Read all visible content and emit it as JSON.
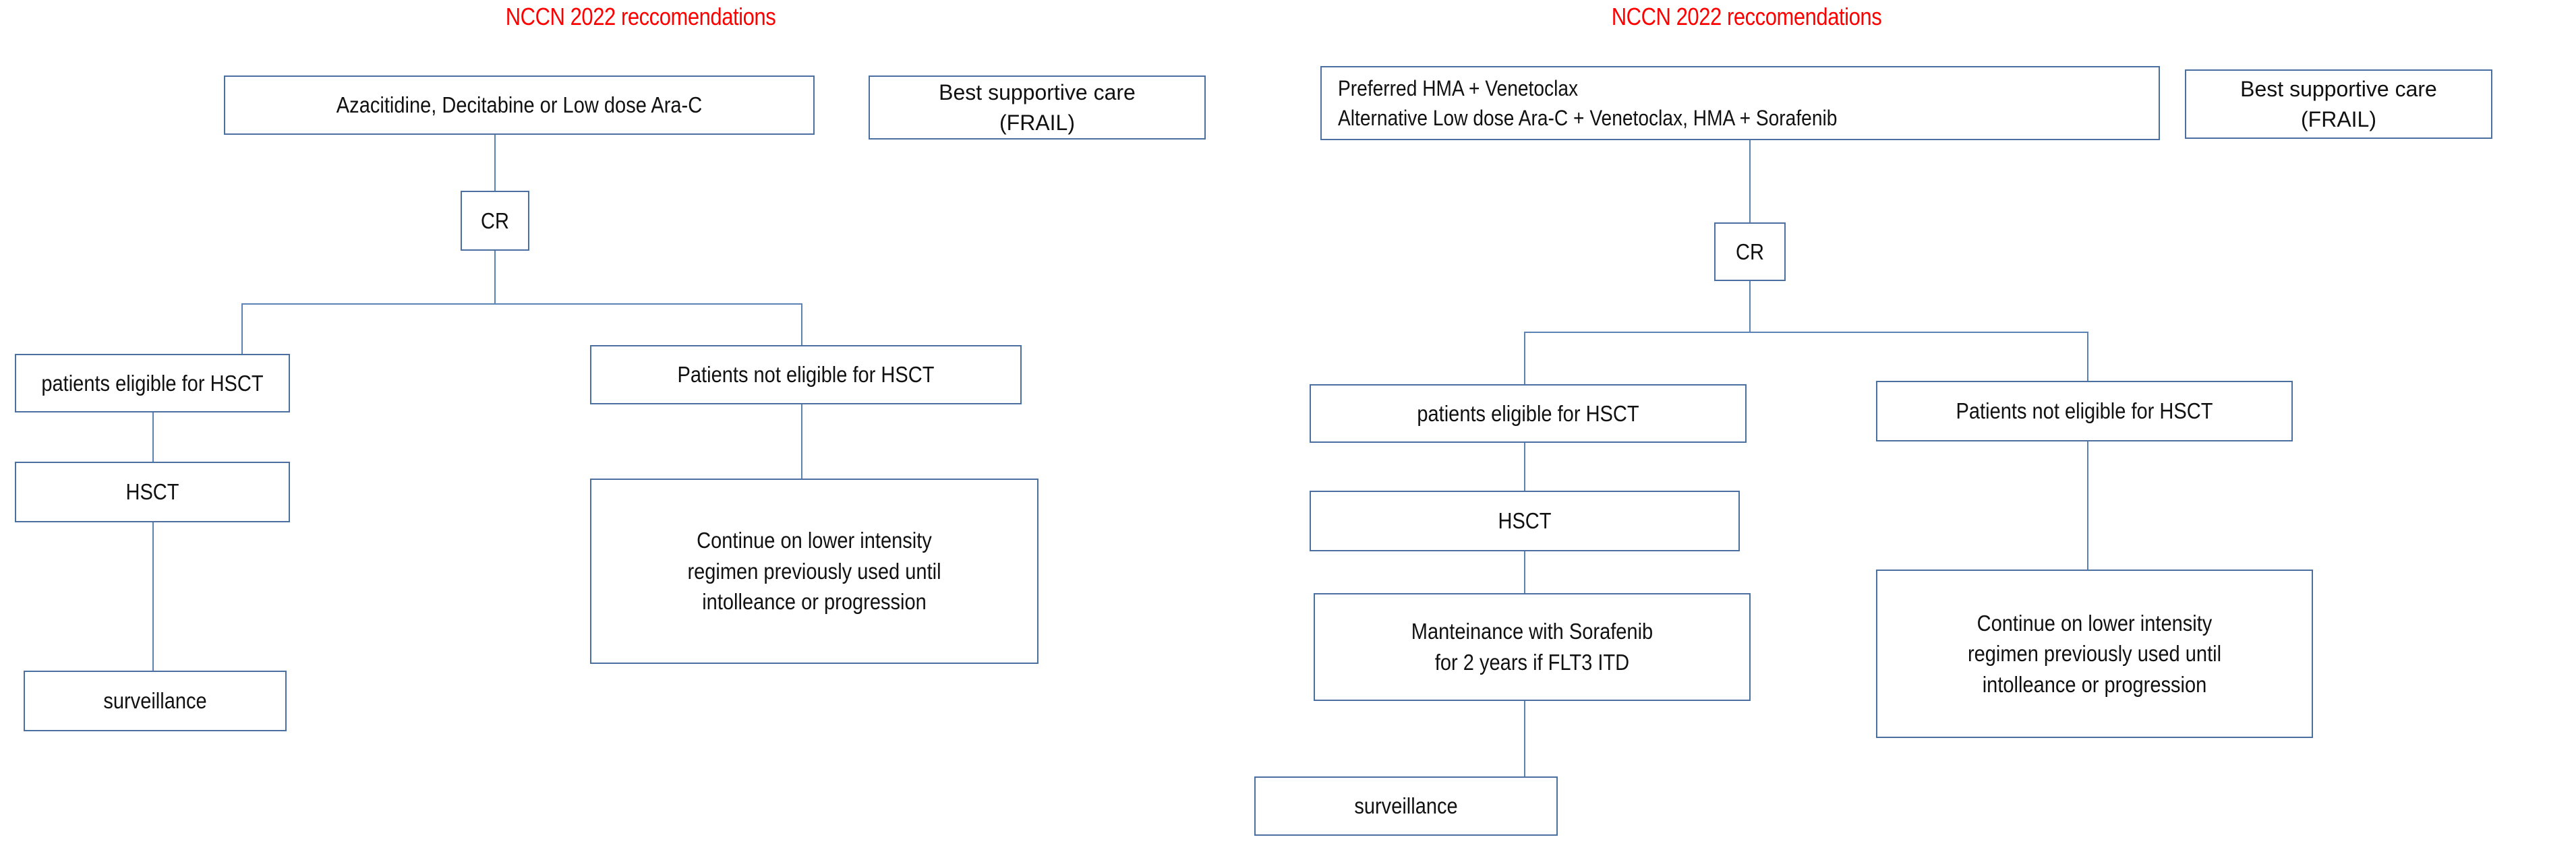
{
  "page": {
    "background": "#ffffff",
    "title_color": "#ff0000",
    "box_border_color": "#4a6fa0",
    "connector_color": "#5b83b5"
  },
  "charts": [
    {
      "id": "left-flowchart",
      "title": "NCCN 2022 reccomendations",
      "nodes": {
        "treatment": "Azacitidine, Decitabine or Low dose Ara-C",
        "supportive_care": "Best supportive care\n(FRAIL)",
        "response": "CR",
        "eligible": "patients eligible for HSCT",
        "not_eligible": "Patients not eligible for HSCT",
        "transplant": "HSCT",
        "continue": "Continue on lower intensity\nregimen previously used until\nintolleance or progression",
        "surveillance": "surveillance"
      }
    },
    {
      "id": "right-flowchart",
      "title": "NCCN 2022 reccomendations",
      "nodes": {
        "treatment": "Preferred  HMA + Venetoclax\nAlternative  Low dose Ara-C  + Venetoclax, HMA + Sorafenib",
        "supportive_care": "Best supportive care\n(FRAIL)",
        "response": "CR",
        "eligible": "patients eligible for HSCT",
        "not_eligible": "Patients not eligible for HSCT",
        "transplant": "HSCT",
        "maintenance": "Manteinance with Sorafenib\nfor 2 years if FLT3 ITD",
        "continue": "Continue on lower intensity\nregimen previously used until\nintolleance or progression",
        "surveillance": "surveillance"
      }
    }
  ]
}
